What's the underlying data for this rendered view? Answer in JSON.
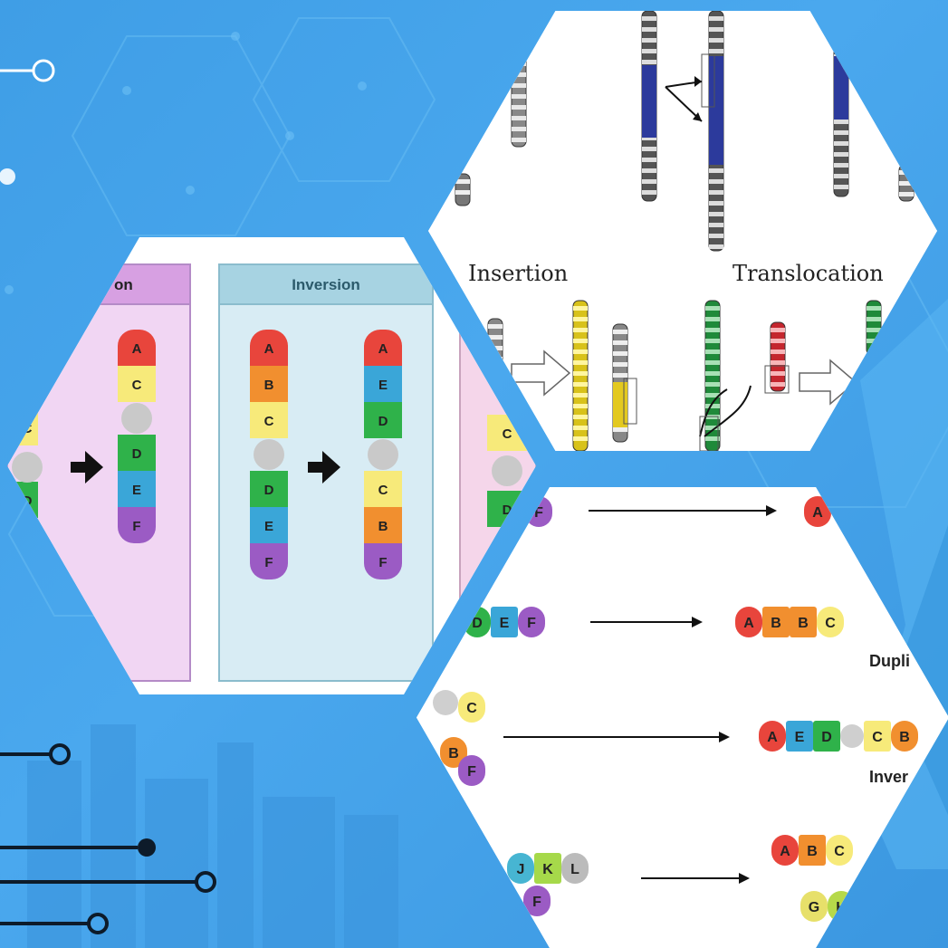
{
  "colors": {
    "background": "#45a4ec",
    "accent_dark": "#0d1b2a"
  },
  "left_panel": {
    "header_left": "on",
    "header_center": "Inversion",
    "chromosome_before": [
      "A",
      "B",
      "C",
      "D",
      "E",
      "F"
    ],
    "chromosome_after": [
      "A",
      "E",
      "D",
      "C",
      "B",
      "F"
    ],
    "deletion_result": [
      "A",
      "C",
      "D",
      "E",
      "F"
    ],
    "edge_letters": [
      "C",
      "D"
    ],
    "right_edge_letters": [
      "C",
      "D"
    ]
  },
  "top_panel": {
    "label_insertion": "Insertion",
    "label_translocation": "Translocation"
  },
  "bottom_panel": {
    "row1": {
      "left": [
        "F"
      ],
      "right": [
        "A"
      ]
    },
    "row2": {
      "left": [
        "D",
        "E",
        "F"
      ],
      "right": [
        "A",
        "B",
        "B",
        "C"
      ],
      "caption": "Dupli"
    },
    "row3": {
      "left": [
        "C",
        "B",
        "F"
      ],
      "right": [
        "A",
        "E",
        "D",
        "C",
        "B"
      ],
      "caption": "Inver"
    },
    "row4": {
      "left": [
        "J",
        "K",
        "L",
        "F"
      ],
      "right_top": [
        "A",
        "B",
        "C"
      ],
      "right_bottom": [
        "G",
        "H"
      ]
    }
  }
}
